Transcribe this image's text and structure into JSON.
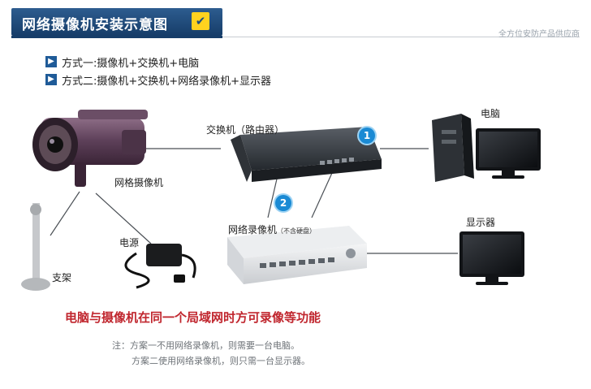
{
  "header": {
    "title": "网络摄像机安装示意图",
    "subtitle": "全方位安防产品供应商",
    "title_icon": "check-icon"
  },
  "methods": [
    {
      "icon": "arrow-right-icon",
      "text": "方式一:摄像机+交换机+电脑"
    },
    {
      "icon": "arrow-right-icon",
      "text": "方式二:摄像机+交换机+网络录像机+显示器"
    }
  ],
  "devices": {
    "camera": "网格摄像机",
    "switch": "交换机（路由器）",
    "computer": "电脑",
    "nvr": "网络录像机",
    "nvr_note": "（不含硬盘）",
    "monitor": "显示器",
    "power": "电源",
    "bracket": "支架"
  },
  "badges": [
    "1",
    "2"
  ],
  "notes": {
    "main": "电脑与摄像机在同一个局域网时方可录像等功能",
    "line1": "注：方案一不用网络录像机，则需要一台电脑。",
    "line2": "方案二使用网络录像机，则只需一台显示器。"
  },
  "colors": {
    "title_bar": "#1f4d7d",
    "title_icon": "#ffd21f",
    "badge": "#1a8ad4",
    "note_red": "#c0262e"
  }
}
